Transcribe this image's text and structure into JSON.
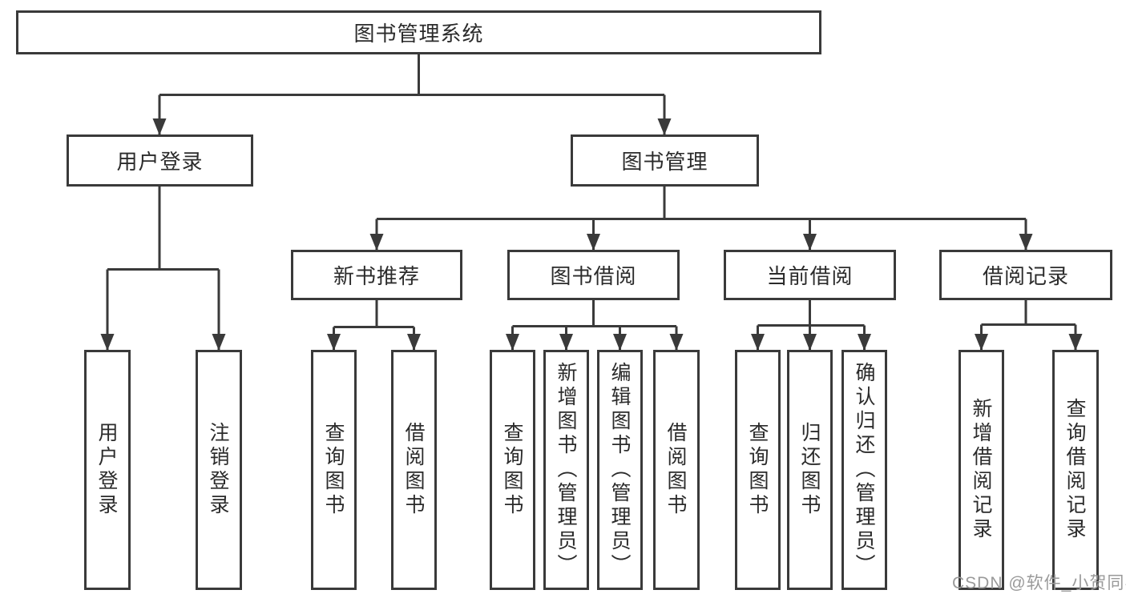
{
  "colors": {
    "line": "#3a3a3a",
    "box_border": "#3a3a3a",
    "text": "#2b2b2b",
    "watermark": "#9a9a9a",
    "background": "#ffffff"
  },
  "root": {
    "label": "图书管理系统"
  },
  "branches": [
    {
      "label": "用户登录",
      "children": [
        {
          "label": "用户登录"
        },
        {
          "label": "注销登录"
        }
      ]
    },
    {
      "label": "图书管理",
      "children": [
        {
          "label": "新书推荐",
          "children": [
            {
              "label": "查询图书"
            },
            {
              "label": "借阅图书"
            }
          ]
        },
        {
          "label": "图书借阅",
          "children": [
            {
              "label": "查询图书"
            },
            {
              "label": "新增图书（管理员）"
            },
            {
              "label": "编辑图书（管理员）"
            },
            {
              "label": "借阅图书"
            }
          ]
        },
        {
          "label": "当前借阅",
          "children": [
            {
              "label": "查询图书"
            },
            {
              "label": "归还图书"
            },
            {
              "label": "确认归还（管理员）"
            }
          ]
        },
        {
          "label": "借阅记录",
          "children": [
            {
              "label": "新增借阅记录"
            },
            {
              "label": "查询借阅记录"
            }
          ]
        }
      ]
    }
  ],
  "watermark": {
    "text": "CSDN @软件_小贺同学"
  }
}
